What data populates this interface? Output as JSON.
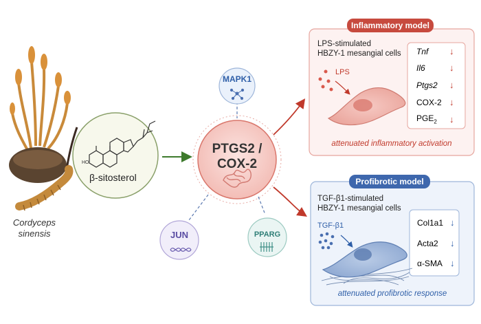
{
  "source": {
    "name_line1": "Cordyceps",
    "name_line2": "sinensis"
  },
  "compound": {
    "name": "β-sitosterol",
    "ho_label": "HO"
  },
  "target": {
    "line1": "PTGS2 /",
    "line2": "COX-2"
  },
  "nodes": {
    "mapk1": "MAPK1",
    "jun": "JUN",
    "pparg": "PPARG"
  },
  "inflammatory": {
    "title": "Inflammatory model",
    "desc_line1": "LPS-stimulated",
    "desc_line2": "HBZY-1 mesangial cells",
    "stimulus": "LPS",
    "markers": [
      "Tnf",
      "Il6",
      "Ptgs2",
      "COX-2",
      "PGE"
    ],
    "pge_subscript": "2",
    "outcome": "attenuated inflammatory activation"
  },
  "profibrotic": {
    "title": "Profibrotic model",
    "desc_line1": "TGF-β1-stimulated",
    "desc_line2": "HBZY-1 mesangial cells",
    "stimulus": "TGF-β1",
    "markers": [
      "Col1a1",
      "Acta2",
      "α-SMA"
    ],
    "outcome": "attenuated profibrotic response"
  },
  "colors": {
    "red": "#c0392b",
    "blue": "#2f5fa8",
    "green": "#3d7a2c",
    "panel_red": "#fdf2f1",
    "panel_blue": "#eef3fb"
  },
  "icons": [
    "cordyceps-icon",
    "steroid-structure-icon",
    "network-icon",
    "protein-icon",
    "dna-icon",
    "receptor-icon",
    "cell-icon",
    "fibers-icon"
  ]
}
